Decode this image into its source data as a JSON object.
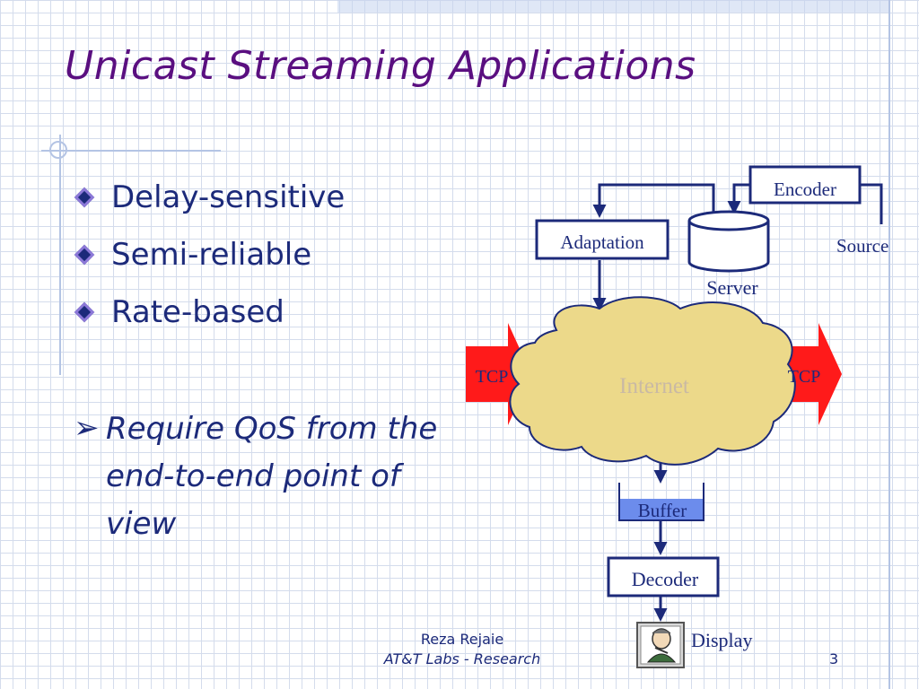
{
  "slide": {
    "title": "Unicast Streaming Applications",
    "bullets": [
      "Delay-sensitive",
      "Semi-reliable",
      "Rate-based"
    ],
    "sub_point": "Require QoS from the end-to-end point of view",
    "footer": {
      "author": "Reza Rejaie",
      "affiliation": "AT&T Labs - Research"
    },
    "page_number": "3"
  },
  "diagram": {
    "labels": {
      "encoder": "Encoder",
      "source": "Source",
      "adaptation": "Adaptation",
      "server": "Server",
      "internet": "Internet",
      "tcp_left": "TCP",
      "tcp_right": "TCP",
      "buffer": "Buffer",
      "decoder": "Decoder",
      "display": "Display"
    }
  },
  "colors": {
    "title": "#5a0f80",
    "text": "#1c2a7a",
    "box_border": "#1c2a7a",
    "cloud_fill": "#ecd98a",
    "tcp_arrow": "#ff1a1a",
    "buffer_fill": "#6c8cec"
  }
}
